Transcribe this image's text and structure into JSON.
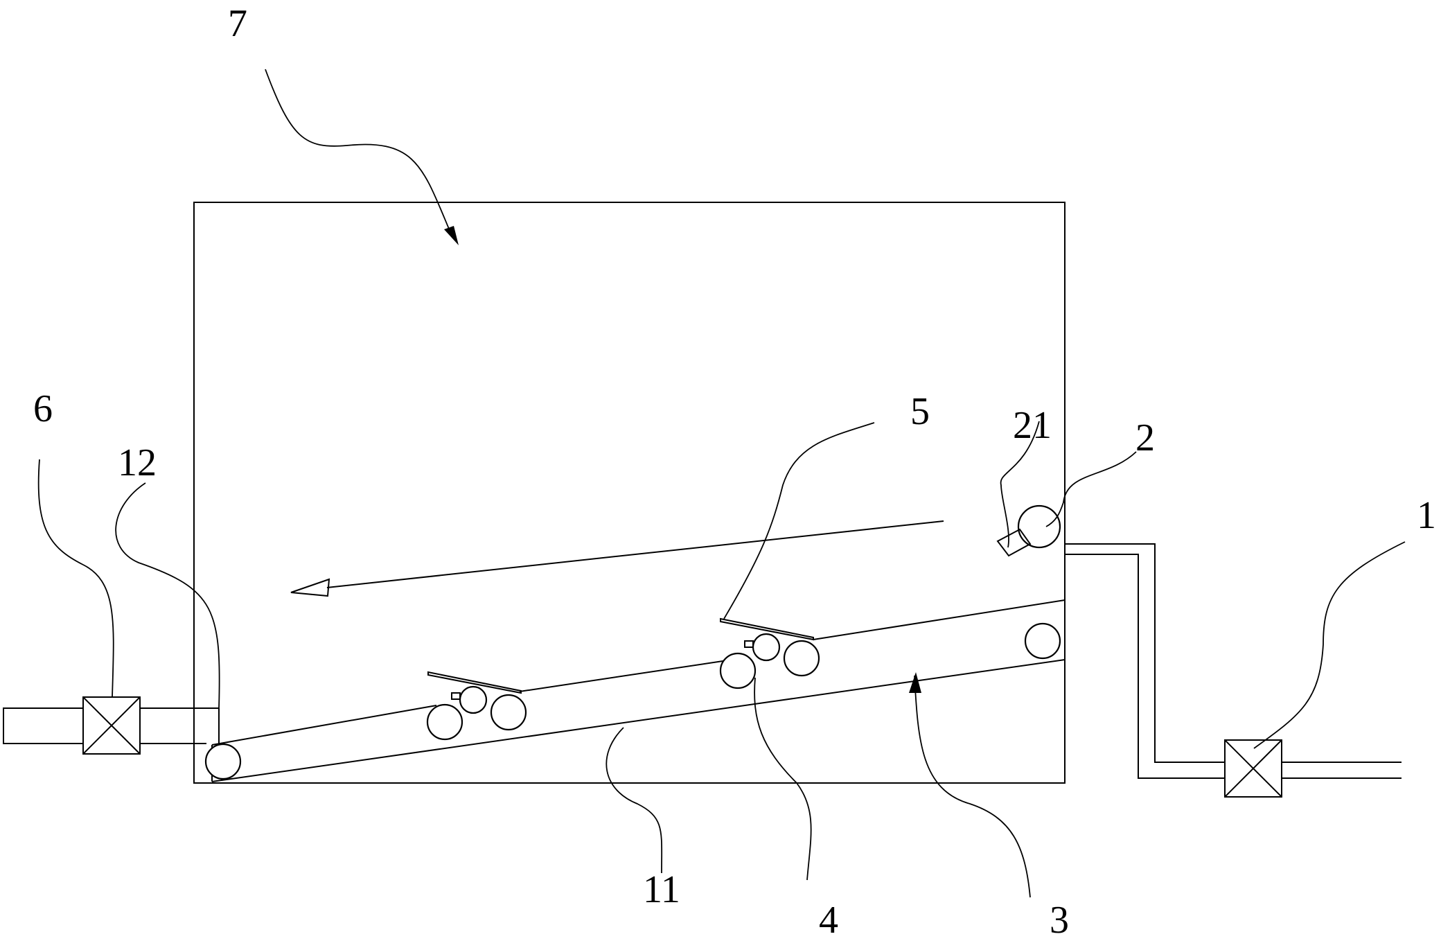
{
  "diagram": {
    "labels": {
      "l1": "1",
      "l2": "2",
      "l3": "3",
      "l4": "4",
      "l5": "5",
      "l6": "6",
      "l7": "7",
      "l11": "11",
      "l12": "12",
      "l21": "21"
    },
    "colors": {
      "line": "#000000",
      "background": "#ffffff"
    }
  }
}
